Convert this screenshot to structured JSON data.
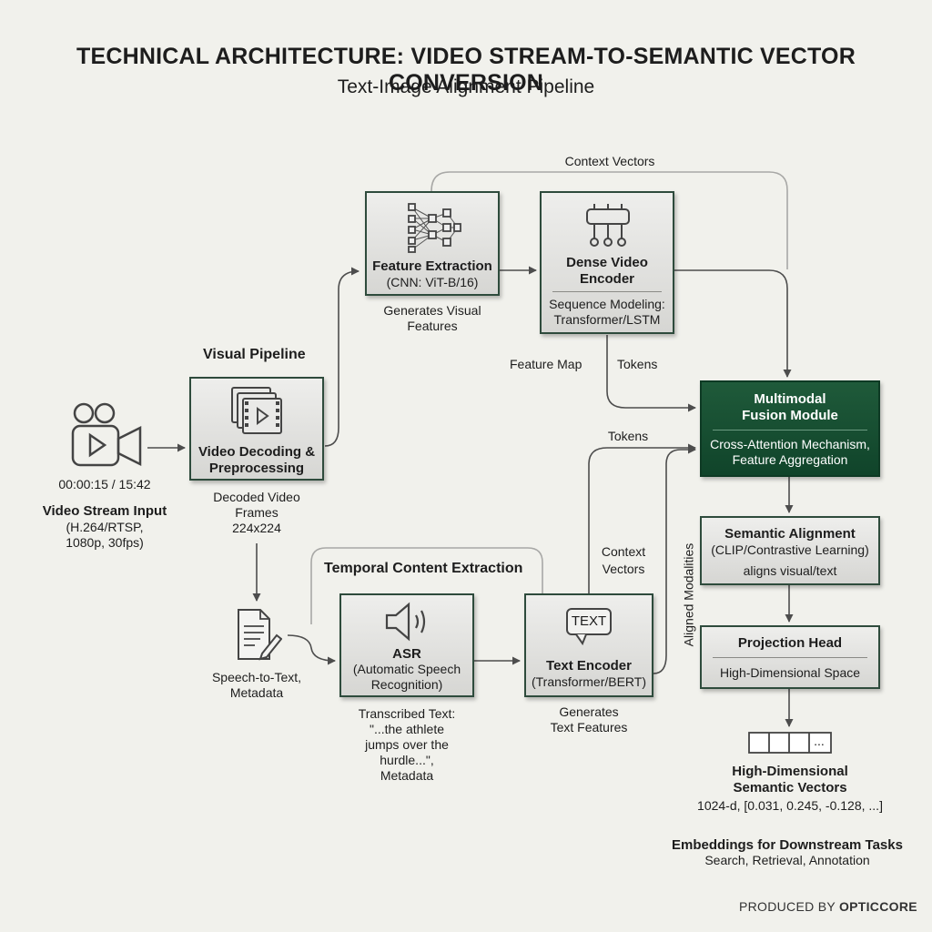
{
  "header": {
    "title": "TECHNICAL ARCHITECTURE: VIDEO STREAM-TO-SEMANTIC VECTOR CONVERSION",
    "subtitle": "Text-Image Alignment Pipeline"
  },
  "input": {
    "timestamp": "00:00:15 / 15:42",
    "title": "Video Stream Input",
    "format": "(H.264/RTSP,",
    "spec": "1080p, 30fps)"
  },
  "visual_pipeline": {
    "heading": "Visual Pipeline",
    "decode": {
      "title_1": "Video Decoding &",
      "title_2": "Preprocessing",
      "out_1": "Decoded Video",
      "out_2": "Frames",
      "out_3": "224x224"
    },
    "feature": {
      "title": "Feature Extraction",
      "sub": "(CNN: ViT-B/16)",
      "out_1": "Generates Visual",
      "out_2": "Features"
    },
    "dense": {
      "title_1": "Dense Video",
      "title_2": "Encoder",
      "sub_1": "Sequence Modeling:",
      "sub_2": "Transformer/LSTM"
    },
    "context_vectors": "Context Vectors",
    "feature_map": "Feature Map",
    "tokens": "Tokens"
  },
  "temporal": {
    "heading": "Temporal Content Extraction",
    "doc_1": "Speech-to-Text,",
    "doc_2": "Metadata",
    "asr": {
      "title": "ASR",
      "sub_1": "(Automatic Speech",
      "sub_2": "Recognition)",
      "out_1": "Transcribed Text:",
      "out_2": "\"...the athlete",
      "out_3": "jumps over the",
      "out_4": "hurdle...\",",
      "out_5": "Metadata"
    },
    "text_enc": {
      "icon_text": "TEXT",
      "title": "Text Encoder",
      "sub": "(Transformer/BERT)",
      "out_1": "Generates",
      "out_2": "Text Features"
    },
    "context_1": "Context",
    "context_2": "Vectors",
    "tokens": "Tokens",
    "aligned": "Aligned Modalities"
  },
  "fusion": {
    "title_1": "Multimodal",
    "title_2": "Fusion Module",
    "sub_1": "Cross-Attention Mechanism,",
    "sub_2": "Feature Aggregation"
  },
  "alignment": {
    "title": "Semantic Alignment",
    "sub_1": "(CLIP/Contrastive Learning)",
    "sub_2": "aligns visual/text"
  },
  "projection": {
    "title": "Projection Head",
    "sub": "High-Dimensional Space"
  },
  "output": {
    "cell": "...",
    "title_1": "High-Dimensional",
    "title_2": "Semantic Vectors",
    "values": "1024-d, [0.031, 0.245, -0.128, ...]",
    "tasks_title": "Embeddings for Downstream Tasks",
    "tasks": "Search, Retrieval, Annotation"
  },
  "footer": {
    "produced_by": "PRODUCED BY",
    "brand": "OPTICCORE"
  },
  "colors": {
    "accent": "#1a4d33",
    "border": "#2e4b3c",
    "arrow": "#555555",
    "context_line": "#a8a8a6",
    "background": "#f1f1ec"
  }
}
